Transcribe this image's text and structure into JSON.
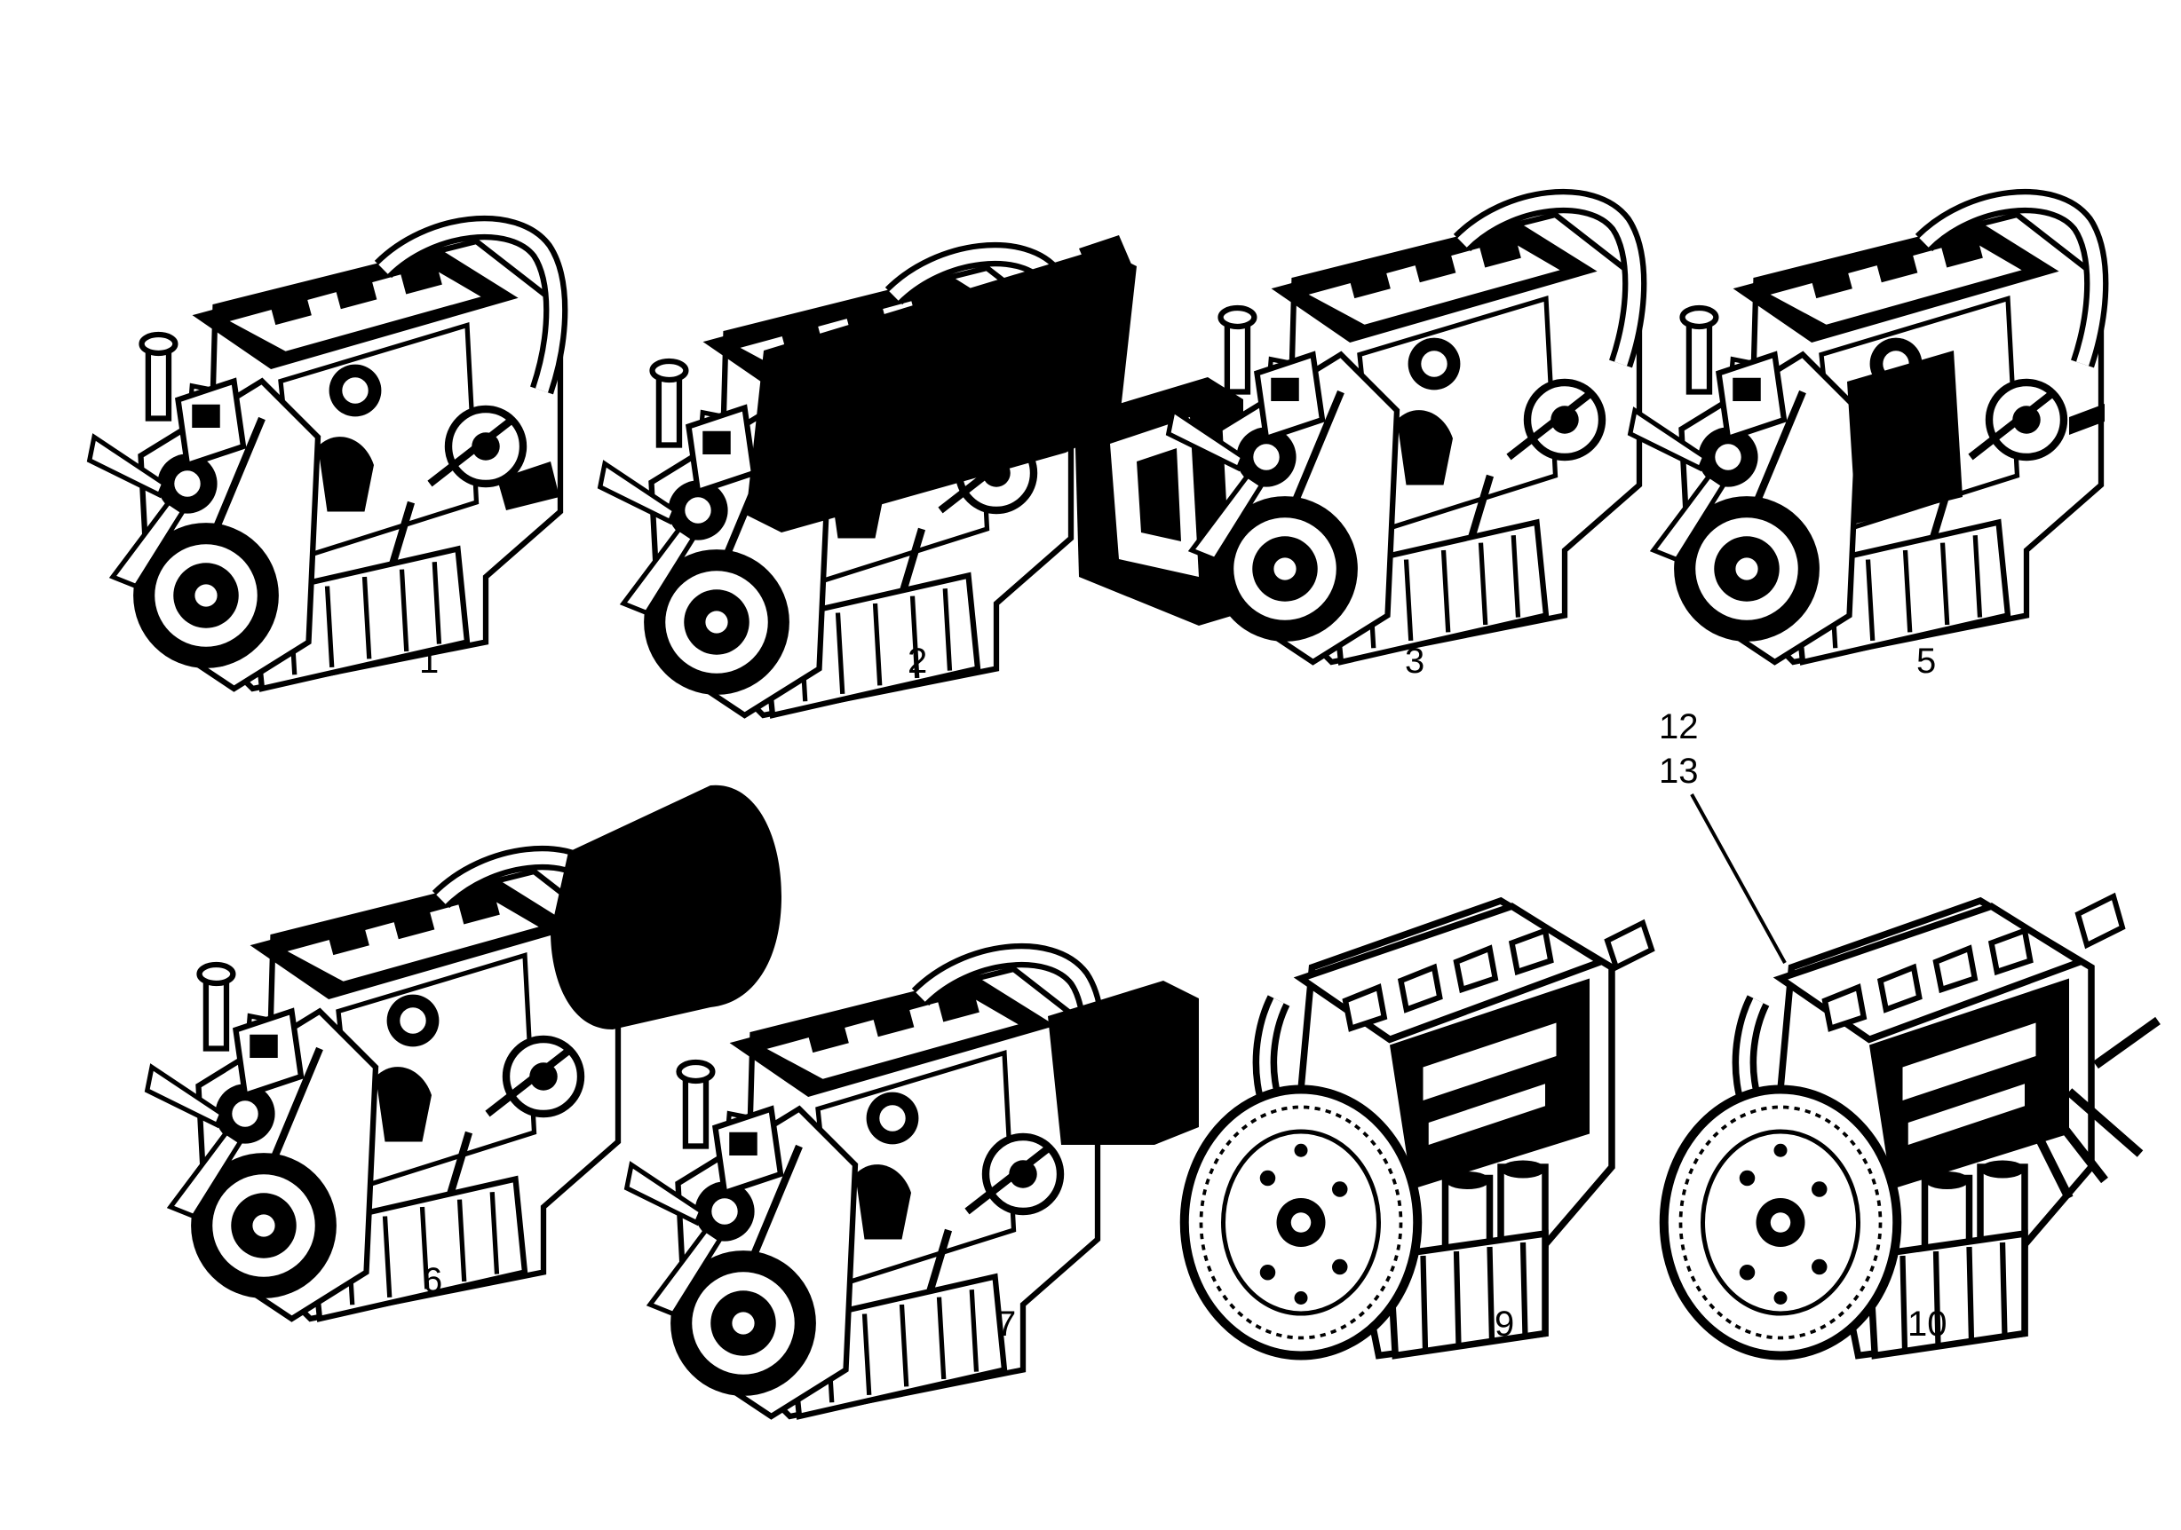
{
  "diagram": {
    "background_color": "#ffffff",
    "ink_color": "#000000",
    "callouts": {
      "engine_1": "1",
      "engine_2": "2",
      "engine_3": "3",
      "engine_5": "5",
      "engine_6": "6",
      "engine_7": "7",
      "engine_9": "9",
      "engine_10": "10",
      "leader_12": "12",
      "leader_13": "13"
    },
    "parts": [
      {
        "ref": "1",
        "view": "front",
        "attachment": "none"
      },
      {
        "ref": "2",
        "view": "front",
        "attachment": "side-cover"
      },
      {
        "ref": "3",
        "view": "front",
        "attachment": "radiator-frame"
      },
      {
        "ref": "5",
        "view": "front",
        "attachment": "side-block"
      },
      {
        "ref": "6",
        "view": "front",
        "attachment": "cylinder-filter"
      },
      {
        "ref": "7",
        "view": "front",
        "attachment": "box-unit"
      },
      {
        "ref": "9",
        "view": "flywheel",
        "attachment": "none"
      },
      {
        "ref": "10",
        "view": "flywheel",
        "attachment": "cables"
      }
    ]
  }
}
